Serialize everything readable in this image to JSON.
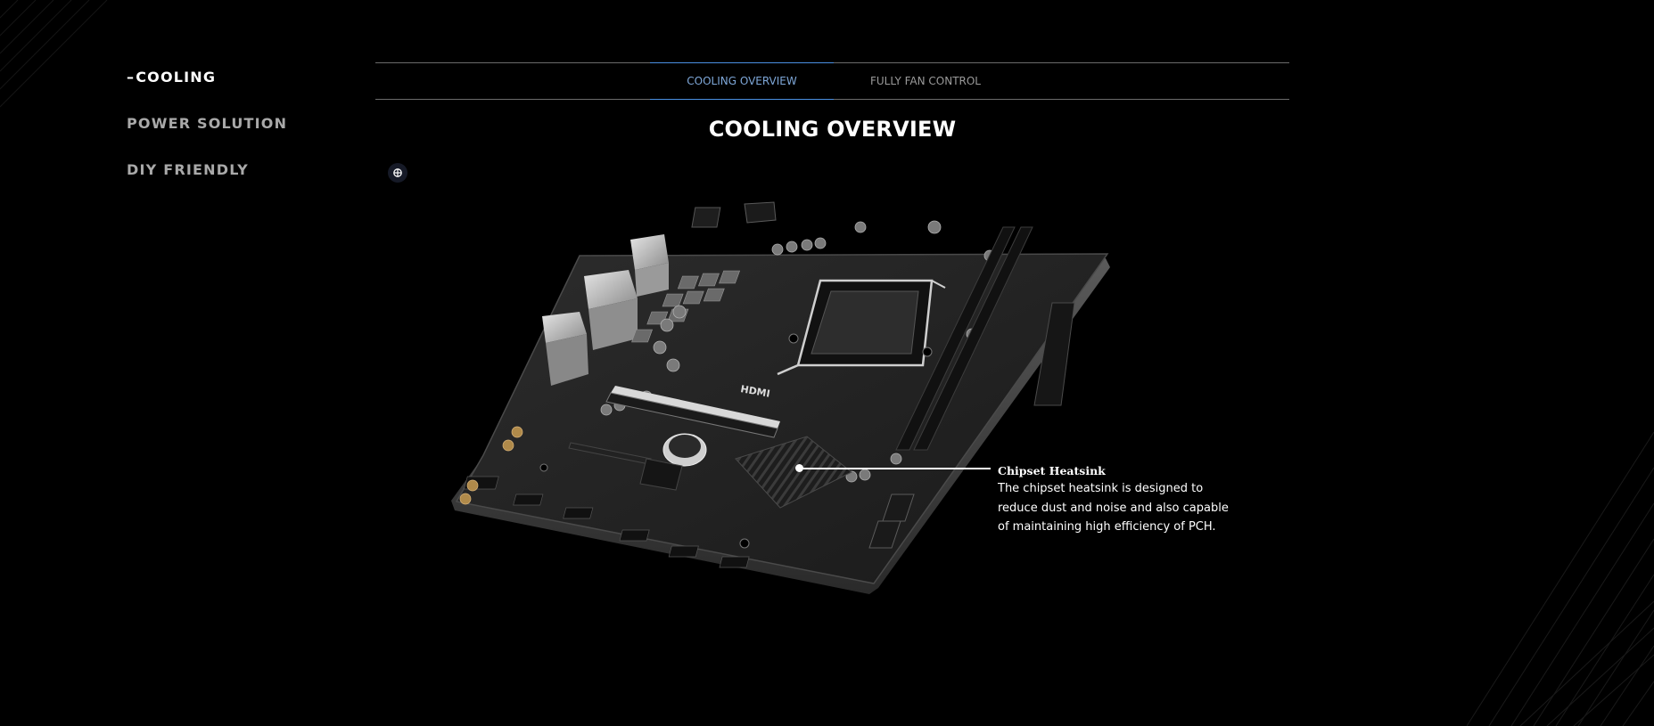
{
  "sidebar": {
    "items": [
      {
        "dash": "–",
        "label": "COOLING",
        "active": true
      },
      {
        "label": "POWER SOLUTION",
        "active": false
      },
      {
        "label": "DIY FRIENDLY",
        "active": false
      }
    ]
  },
  "tabs": [
    {
      "label": "COOLING OVERVIEW",
      "active": true
    },
    {
      "label": "FULLY FAN CONTROL",
      "active": false
    }
  ],
  "section": {
    "title": "COOLING OVERVIEW"
  },
  "callout": {
    "title": "Chipset Heatsink",
    "description": "The chipset heatsink is designed to reduce dust and noise and also capable of maintaining high efficiency of PCH."
  },
  "board": {
    "silkscreen": "HDMI"
  },
  "colors": {
    "background": "#000000",
    "accent": "#4a90e2",
    "active_tab_text": "#7ea7d8",
    "inactive_text": "#a9a9a9"
  },
  "icons": {
    "hotspot": "hotspot-toggle-icon"
  }
}
